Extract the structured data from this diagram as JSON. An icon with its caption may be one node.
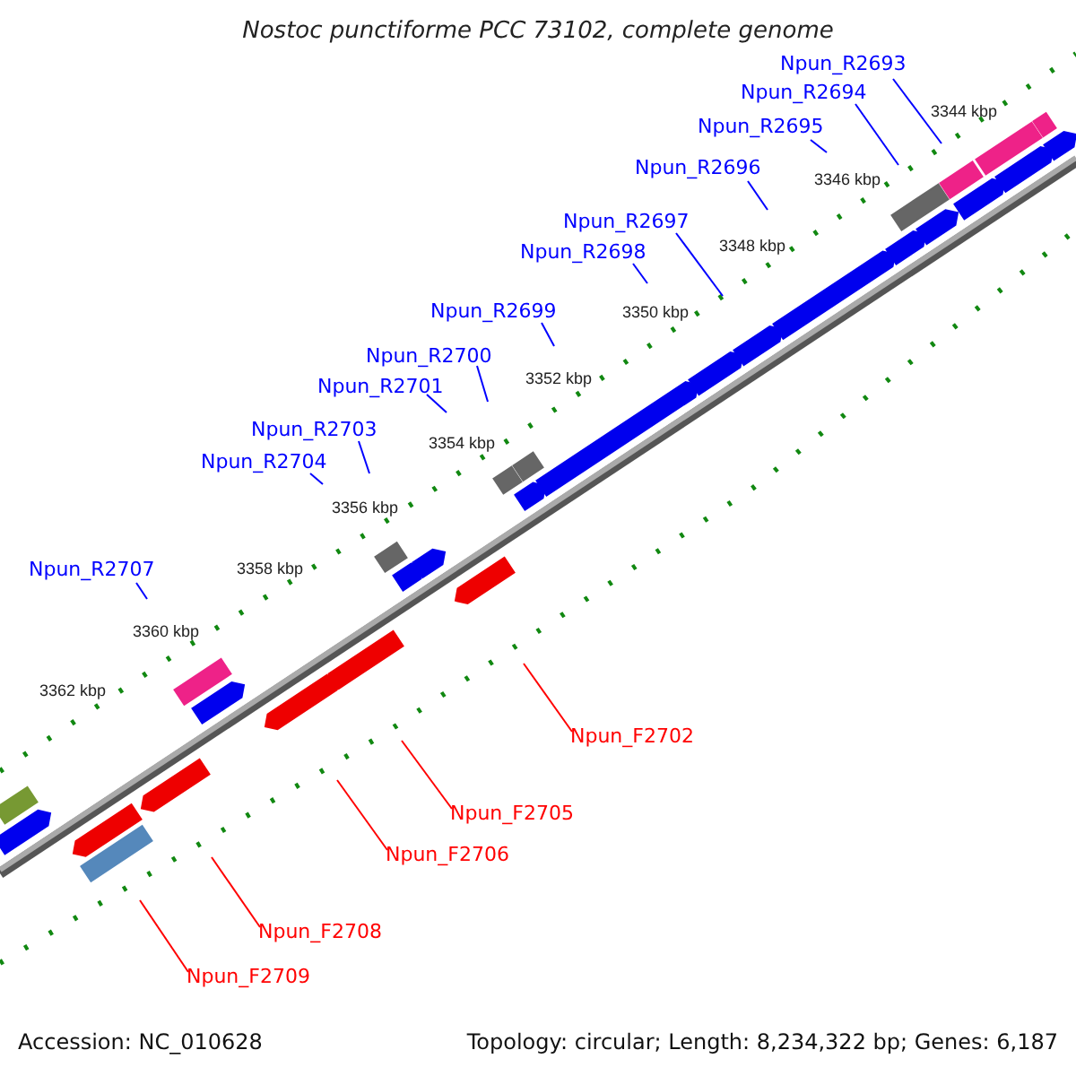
{
  "diagram": {
    "title": "Nostoc punctiforme PCC 73102, complete genome",
    "nodes": [
      {
        "text": [
          "Npun_R2693"
        ]
      },
      {
        "text": [
          "Npun_R2694"
        ]
      },
      {
        "text": [
          "Npun_R2695"
        ]
      },
      {
        "text": [
          "Npun_R2696"
        ]
      },
      {
        "text": [
          "Npun_R2697"
        ]
      },
      {
        "text": [
          "Npun_R2698"
        ]
      },
      {
        "text": [
          "Npun_R2699"
        ]
      },
      {
        "text": [
          "Npun_R2700"
        ]
      },
      {
        "text": [
          "Npun_R2701"
        ]
      },
      {
        "text": [
          "Npun_R2703"
        ]
      },
      {
        "text": [
          "Npun_R2704"
        ]
      },
      {
        "text": [
          "Npun_R2707"
        ]
      },
      {
        "text": [
          "Npun_F2702"
        ]
      },
      {
        "text": [
          "Npun_F2705"
        ]
      },
      {
        "text": [
          "Npun_F2706"
        ]
      },
      {
        "text": [
          "Npun_F2708"
        ]
      },
      {
        "text": [
          "Npun_F2709"
        ]
      }
    ],
    "edges": [
      {
        "from": 0,
        "to": null,
        "arrow": "none"
      },
      {
        "from": 1,
        "to": null,
        "arrow": "none"
      },
      {
        "from": 2,
        "to": null,
        "arrow": "none"
      },
      {
        "from": 3,
        "to": null,
        "arrow": "none"
      },
      {
        "from": 4,
        "to": null,
        "arrow": "none"
      },
      {
        "from": 5,
        "to": null,
        "arrow": "none"
      },
      {
        "from": 6,
        "to": null,
        "arrow": "none"
      },
      {
        "from": 7,
        "to": null,
        "arrow": "none"
      },
      {
        "from": 8,
        "to": null,
        "arrow": "none"
      },
      {
        "from": 9,
        "to": null,
        "arrow": "none"
      },
      {
        "from": 10,
        "to": null,
        "arrow": "none"
      },
      {
        "from": 11,
        "to": null,
        "arrow": "none"
      },
      {
        "from": 12,
        "to": null,
        "arrow": "none",
        "color": "#ff0000"
      },
      {
        "from": 13,
        "to": null,
        "arrow": "none",
        "color": "#ff0000"
      },
      {
        "from": 14,
        "to": null,
        "arrow": "none",
        "color": "#ff0000"
      },
      {
        "from": 15,
        "to": null,
        "arrow": "none",
        "color": "#ff0000"
      },
      {
        "from": 16,
        "to": null,
        "arrow": "none",
        "color": "#ff0000"
      }
    ],
    "labels": [
      "3344 kbp",
      "3346 kbp",
      "3348 kbp",
      "3350 kbp",
      "3352 kbp",
      "3354 kbp",
      "3356 kbp",
      "3358 kbp",
      "3360 kbp",
      "3362 kbp",
      "Accession: NC_010628",
      "Topology: circular; Length: 8,234,322 bp; Genes: 6,187"
    ]
  }
}
